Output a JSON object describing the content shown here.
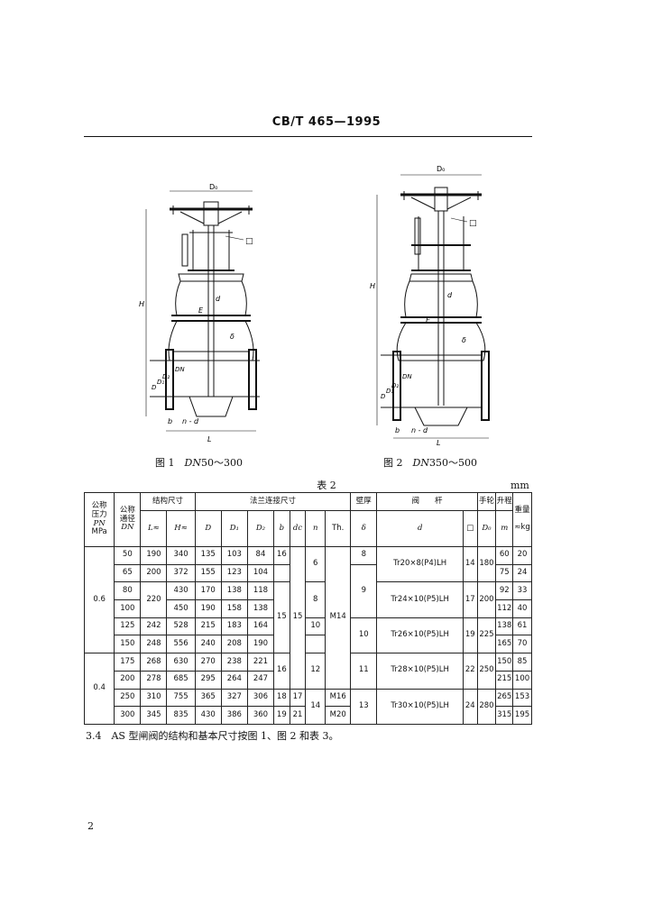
{
  "header": {
    "standard": "CB/T 465—1995"
  },
  "figures": [
    {
      "caption_prefix": "图 1",
      "caption_dn": "DN",
      "caption_range": "50～300",
      "labels": {
        "D0": "D₀",
        "square": "□",
        "H": "H",
        "E": "E",
        "d": "d",
        "delta": "δ",
        "D": "D",
        "D1": "D₁",
        "D2": "D₂",
        "DN": "DN",
        "b": "b",
        "n_dc": "n - d",
        "L": "L"
      }
    },
    {
      "caption_prefix": "图 2",
      "caption_dn": "DN",
      "caption_range": "350～500",
      "labels": {
        "D0": "D₀",
        "square": "□",
        "H": "H",
        "E": "E",
        "d": "d",
        "delta": "δ",
        "D": "D",
        "D1": "D₁",
        "D2": "D₂",
        "DN": "DN",
        "b": "b",
        "n_dc": "n - d",
        "L": "L"
      }
    }
  ],
  "table": {
    "title": "表 2",
    "unit": "mm",
    "headers": {
      "pn": [
        "公称",
        "压力",
        "PN",
        "MPa"
      ],
      "dn": [
        "公称",
        "通径",
        "DN"
      ],
      "struct": "结构尺寸",
      "flange": "法兰连接尺寸",
      "wall": "壁厚",
      "stem": "阀　　杆",
      "wheel": "手轮",
      "lift": "升程",
      "weight": "重量",
      "L": "L≈",
      "H": "H≈",
      "D": "D",
      "D1": "D₁",
      "D2": "D₂",
      "b": "b",
      "dc": "dc",
      "n": "n",
      "th": "Th.",
      "delta": "δ",
      "d": "d",
      "sq": "□",
      "D0": "D₀",
      "m": "m",
      "kg": "≈kg"
    },
    "pn_values": [
      "0.6",
      "0.4"
    ],
    "rows": [
      {
        "dn": "50",
        "L": "190",
        "H": "340",
        "D": "135",
        "D1": "103",
        "D2": "84",
        "b": "16",
        "m": "60",
        "kg": "20"
      },
      {
        "dn": "65",
        "L": "200",
        "H": "372",
        "D": "155",
        "D1": "123",
        "D2": "104",
        "m": "75",
        "kg": "24"
      },
      {
        "dn": "80",
        "H": "430",
        "D": "170",
        "D1": "138",
        "D2": "118",
        "m": "92",
        "kg": "33"
      },
      {
        "dn": "100",
        "H": "450",
        "D": "190",
        "D1": "158",
        "D2": "138",
        "m": "112",
        "kg": "40"
      },
      {
        "dn": "125",
        "L": "242",
        "H": "528",
        "D": "215",
        "D1": "183",
        "D2": "164",
        "m": "138",
        "kg": "61"
      },
      {
        "dn": "150",
        "L": "248",
        "H": "556",
        "D": "240",
        "D1": "208",
        "D2": "190",
        "m": "165",
        "kg": "70"
      },
      {
        "dn": "175",
        "L": "268",
        "H": "630",
        "D": "270",
        "D1": "238",
        "D2": "221",
        "m": "150",
        "kg": "85"
      },
      {
        "dn": "200",
        "L": "278",
        "H": "685",
        "D": "295",
        "D1": "264",
        "D2": "247",
        "m": "215",
        "kg": "100"
      },
      {
        "dn": "250",
        "L": "310",
        "H": "755",
        "D": "365",
        "D1": "327",
        "D2": "306",
        "b": "18",
        "dc": "17",
        "th": "M16",
        "m": "265",
        "kg": "153"
      },
      {
        "dn": "300",
        "L": "345",
        "H": "835",
        "D": "430",
        "D1": "386",
        "D2": "360",
        "b": "19",
        "dc": "21",
        "th": "M20",
        "m": "315",
        "kg": "195"
      }
    ],
    "merged": {
      "L_80_100": "220",
      "b_80_150": "15",
      "b_175_200": "16",
      "dc_50_200": "15",
      "n_50_65": "6",
      "n_80_100": "8",
      "n_125_150": "10",
      "n_175_200": "12",
      "n_250_300": "14",
      "th_50_200": "M14",
      "delta_50": "8",
      "delta_65_100": "9",
      "delta_125_150": "10",
      "delta_175_200": "11",
      "delta_250_300": "13",
      "stem_50_65": "Tr20×8(P4)LH",
      "stem_80_100": "Tr24×10(P5)LH",
      "stem_125_150": "Tr26×10(P5)LH",
      "stem_175_200": "Tr28×10(P5)LH",
      "stem_250_300": "Tr30×10(P5)LH",
      "sq_50_65": "14",
      "sq_80_100": "17",
      "sq_125_150": "19",
      "sq_175_200": "22",
      "sq_250_300": "24",
      "D0_50_65": "180",
      "D0_80_100": "200",
      "D0_125_150": "225",
      "D0_175_200": "250",
      "D0_250_300": "280"
    }
  },
  "paragraph": "3.4　AS 型闸阀的结构和基本尺寸按图 1、图 2 和表 3。",
  "page_number": "2"
}
